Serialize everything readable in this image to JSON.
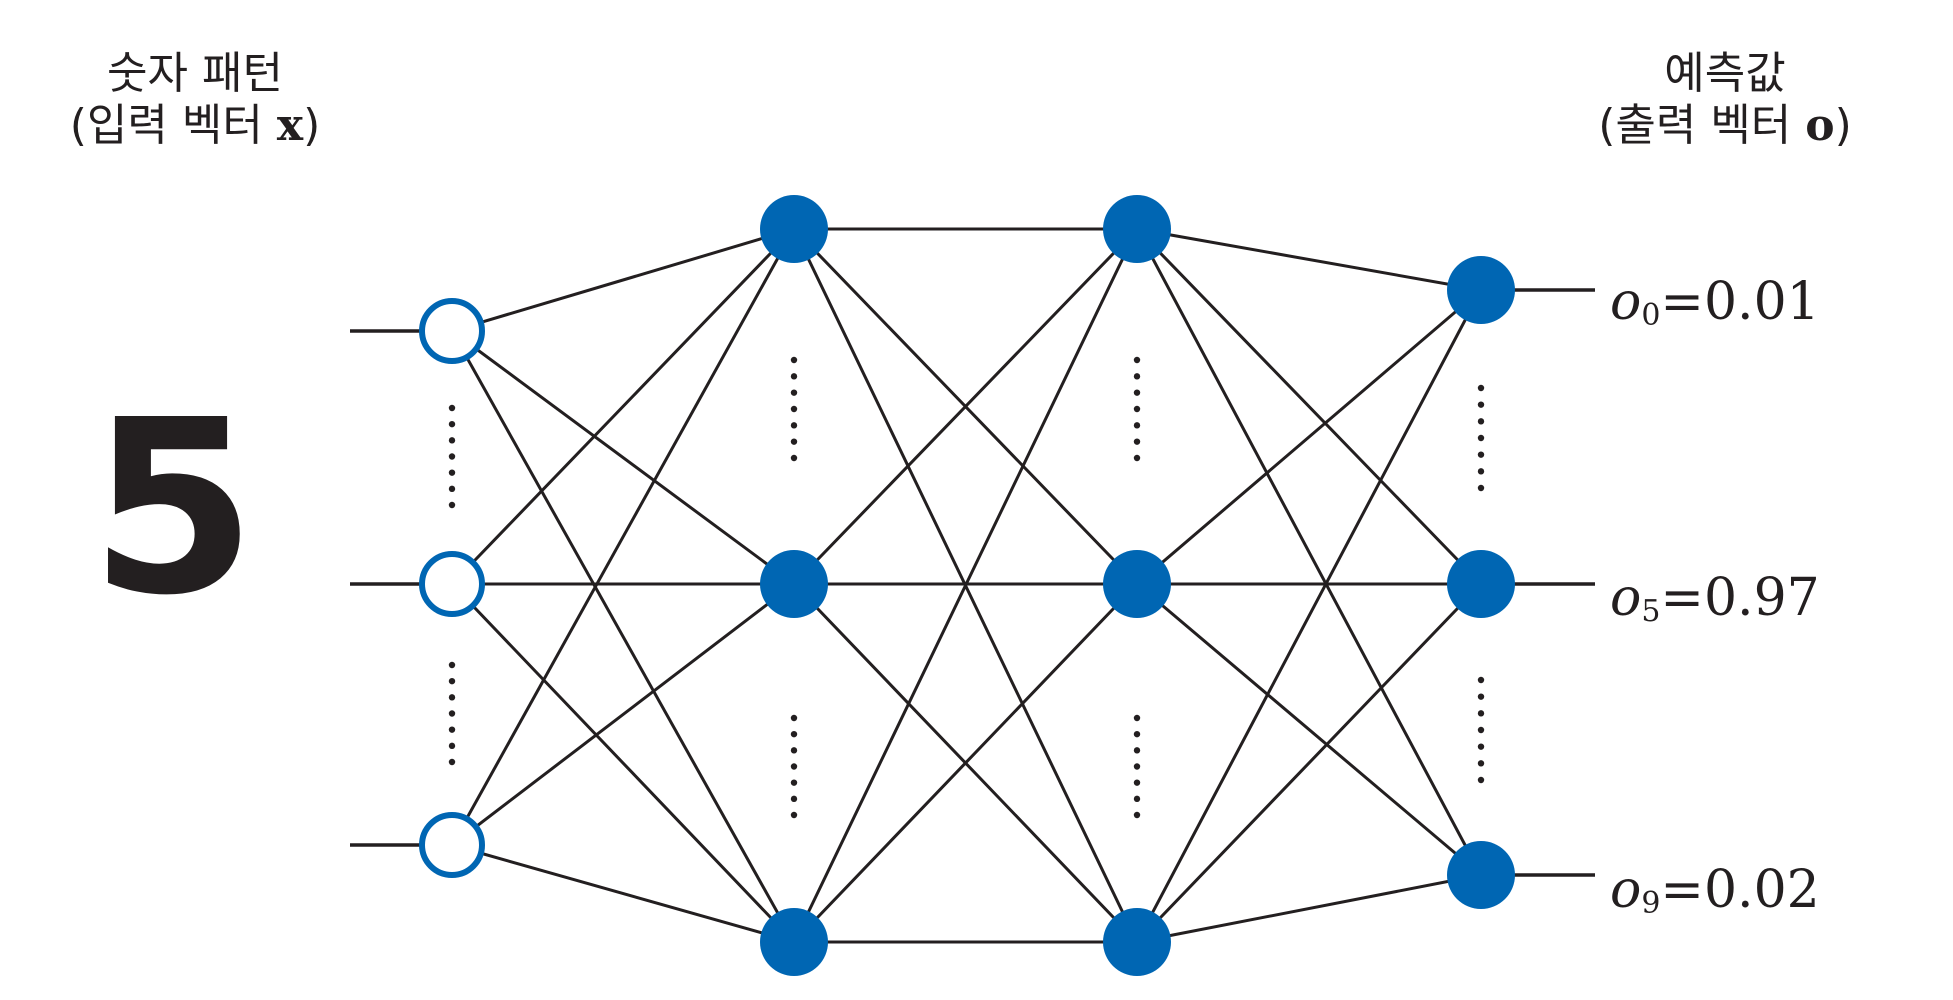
{
  "input_title": {
    "line1": "숫자 패턴",
    "line2_prefix": "(입력 벡터 ",
    "line2_var": "x",
    "line2_suffix": ")"
  },
  "output_title": {
    "line1": "예측값",
    "line2_prefix": "(출력 벡터 ",
    "line2_var": "o",
    "line2_suffix": ")"
  },
  "input_digit": "5",
  "outputs": [
    {
      "symbol": "o",
      "index": "0",
      "value": "=0.01"
    },
    {
      "symbol": "o",
      "index": "5",
      "value": "=0.97"
    },
    {
      "symbol": "o",
      "index": "9",
      "value": "=0.02"
    }
  ],
  "colors": {
    "node": "#0066b3",
    "edge": "#231f20",
    "background": "#ffffff"
  }
}
